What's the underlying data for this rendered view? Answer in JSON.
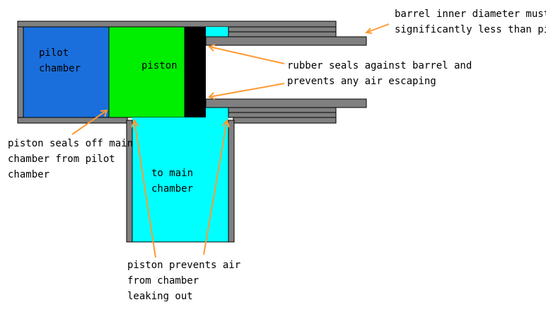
{
  "labels": {
    "pilot_chamber": "pilot\nchamber",
    "piston": "piston",
    "to_main_chamber": "to main\nchamber",
    "barrel_note": "barrel inner diameter must be\nsignificantly less than piston",
    "rubber_seal_note": "rubber seals against barrel and\nprevents any air escaping",
    "piston_seals_note": "piston seals off main\nchamber from pilot\nchamber",
    "piston_prevents_note": "piston prevents air\nfrom chamber\nleaking out"
  },
  "colors": {
    "pilot_chamber": "#1a6fdc",
    "piston": "#00ee00",
    "rubber_seal": "#000000",
    "main_chamber": "#00ffff",
    "wall": "#808080",
    "outline": "#000000",
    "arrow": "#ff9933"
  }
}
